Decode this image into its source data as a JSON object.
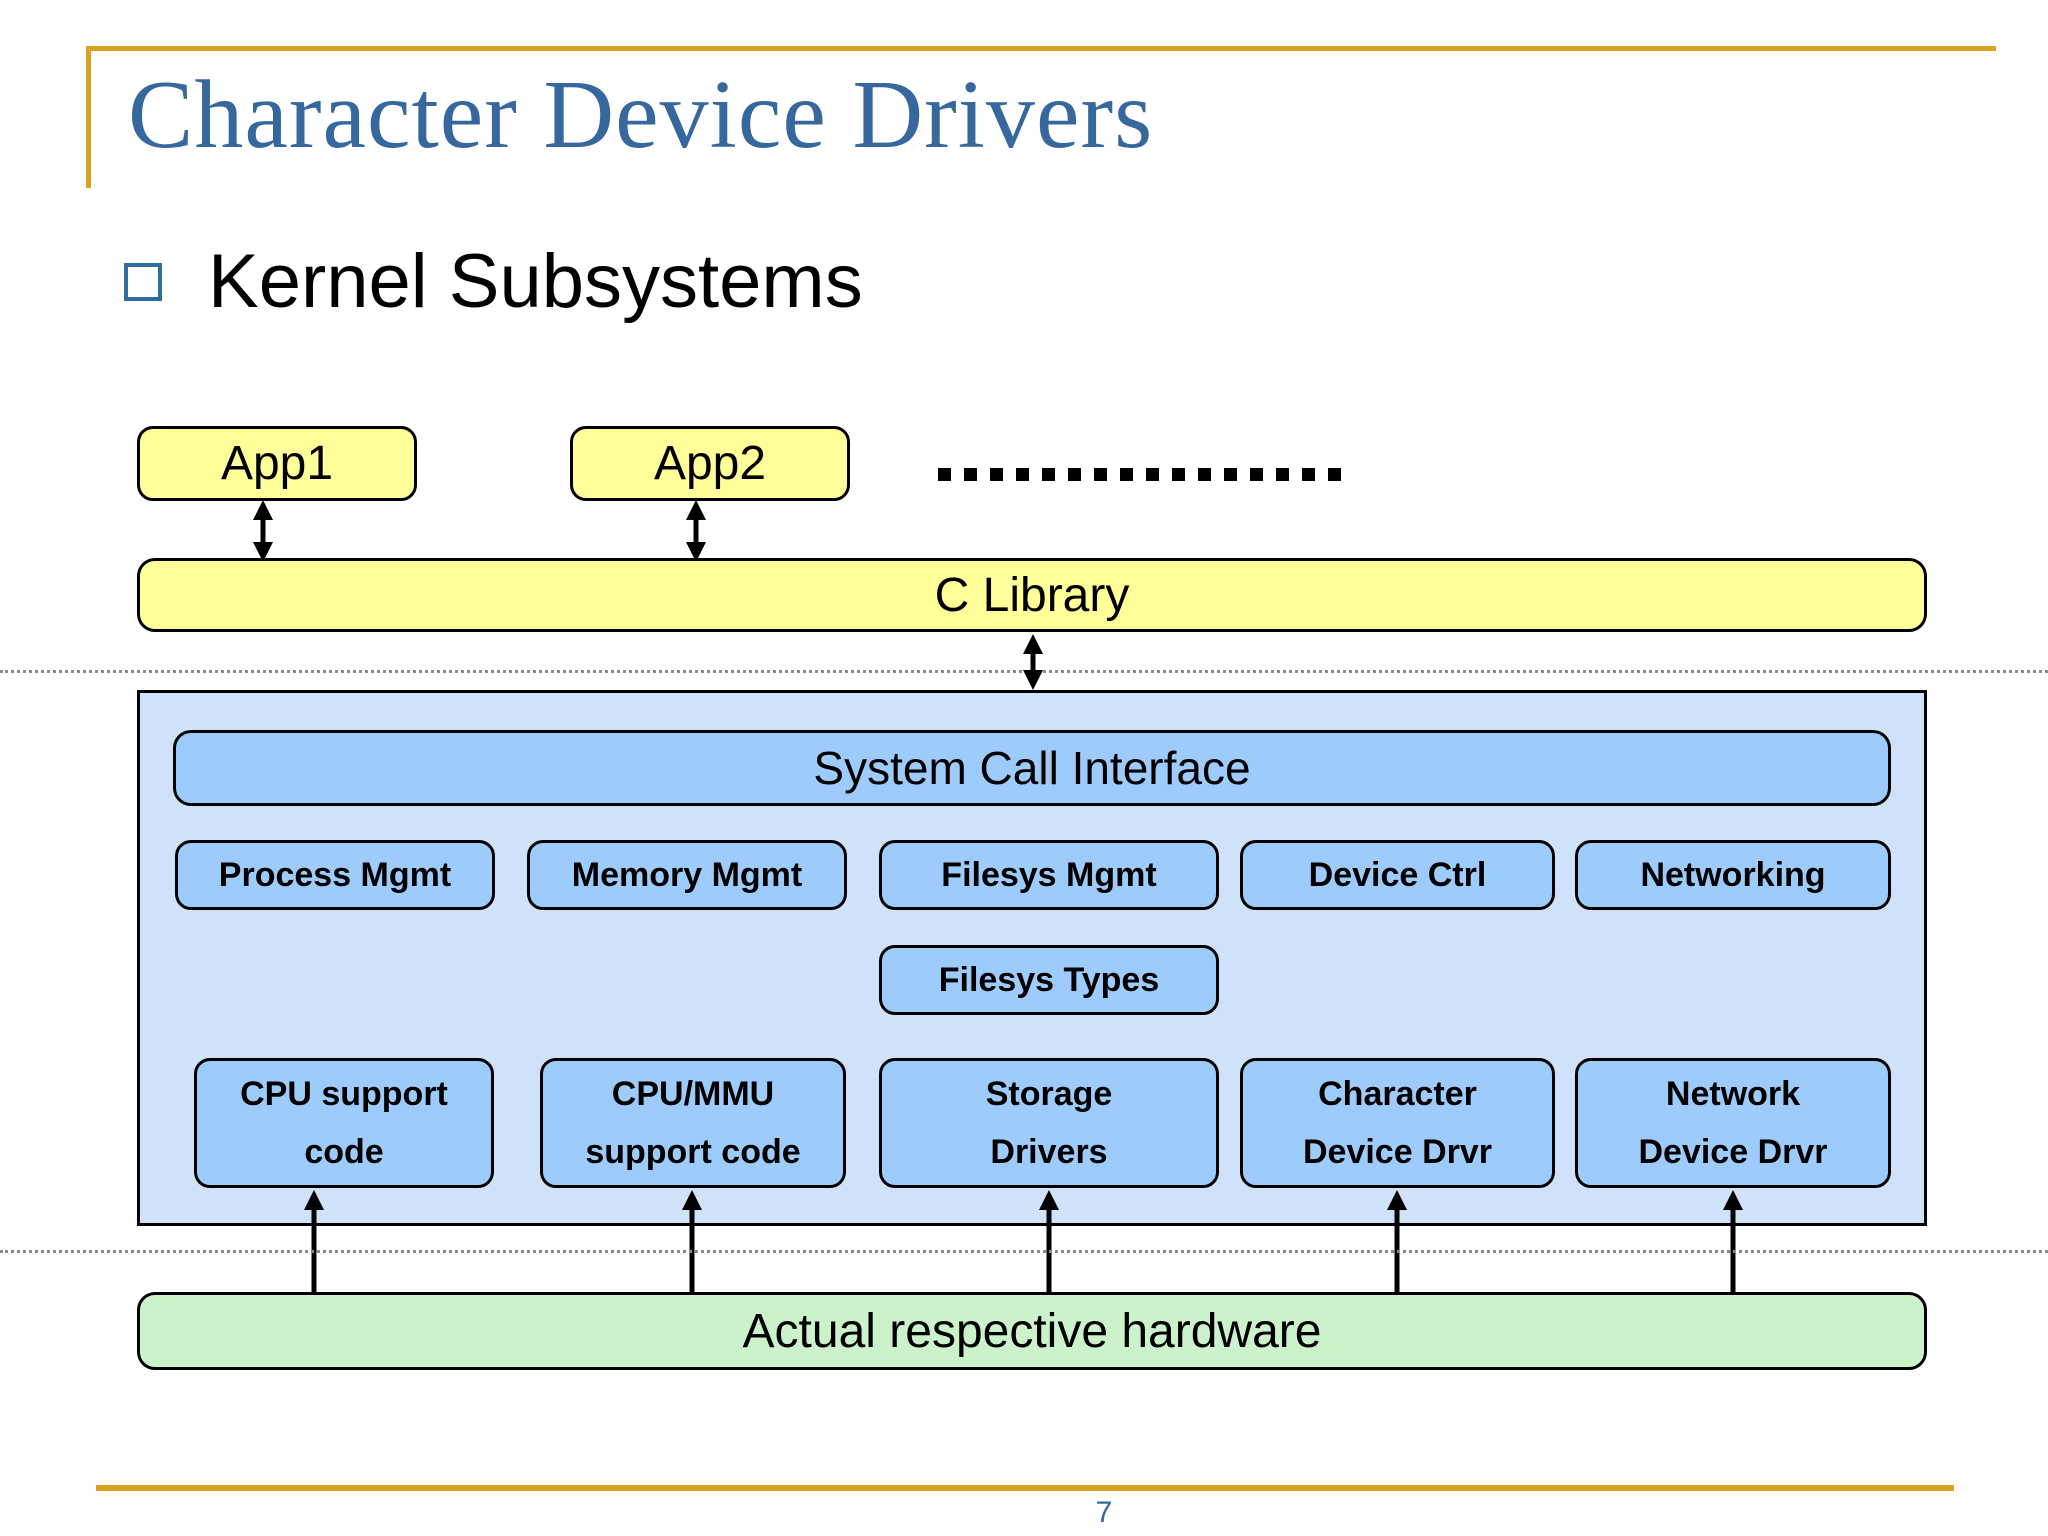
{
  "slide": {
    "title": "Character Device Drivers",
    "bullet": {
      "marker": "hollow-square-bullet",
      "text": "Kernel Subsystems"
    },
    "page_number": "7",
    "accent_color": "#d8a420",
    "title_color": "#36689e"
  },
  "diagram": {
    "user_space": {
      "apps": [
        {
          "label": "App1"
        },
        {
          "label": "App2"
        }
      ],
      "ellipsis": "................",
      "library": {
        "label": "C Library",
        "color": "#ffff99"
      }
    },
    "kernel": {
      "panel_color": "#cfe2f9",
      "box_color": "#9dcbfb",
      "syscall": {
        "label": "System Call Interface"
      },
      "subsystems": [
        {
          "label": "Process Mgmt"
        },
        {
          "label": "Memory Mgmt"
        },
        {
          "label": "Filesys Mgmt"
        },
        {
          "label": "Device Ctrl"
        },
        {
          "label": "Networking"
        }
      ],
      "filesys_types": {
        "label": "Filesys Types"
      },
      "drivers": [
        {
          "line1": "CPU support",
          "line2": "code"
        },
        {
          "line1": "CPU/MMU",
          "line2": "support code"
        },
        {
          "line1": "Storage",
          "line2": "Drivers"
        },
        {
          "line1": "Character",
          "line2": "Device Drvr"
        },
        {
          "line1": "Network",
          "line2": "Device Drvr"
        }
      ]
    },
    "hardware": {
      "label": "Actual respective hardware",
      "color": "#ccf2cc"
    }
  }
}
